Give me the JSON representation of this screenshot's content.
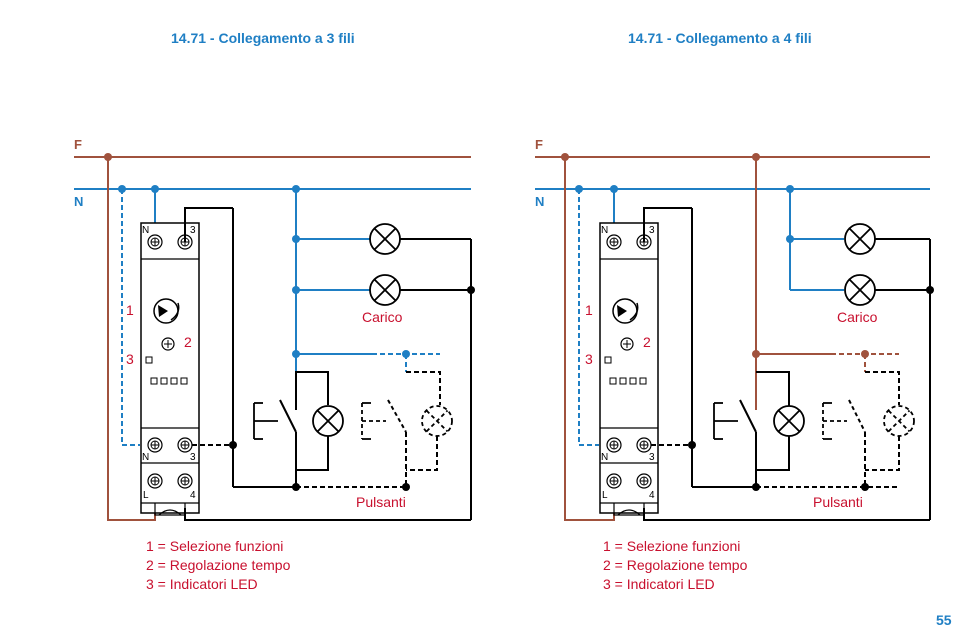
{
  "titles": {
    "left": "14.71 - Collegamento a 3 fili",
    "right": "14.71 - Collegamento a 4 fili"
  },
  "labels": {
    "phase": "F",
    "neutral": "N",
    "load": "Carico",
    "buttons": "Pulsanti",
    "callout_1": "1",
    "callout_2": "2",
    "callout_3": "3",
    "terminal_n": "N",
    "terminal_3": "3",
    "terminal_l": "L",
    "terminal_4": "4"
  },
  "legend": [
    "1 = Selezione funzioni",
    "2 = Regolazione tempo",
    "3 = Indicatori LED"
  ],
  "colors": {
    "phase": "#a0523d",
    "neutral": "#1f7fc4",
    "wire": "#000000",
    "accent_text": "#c8102e"
  },
  "page_number": "55"
}
